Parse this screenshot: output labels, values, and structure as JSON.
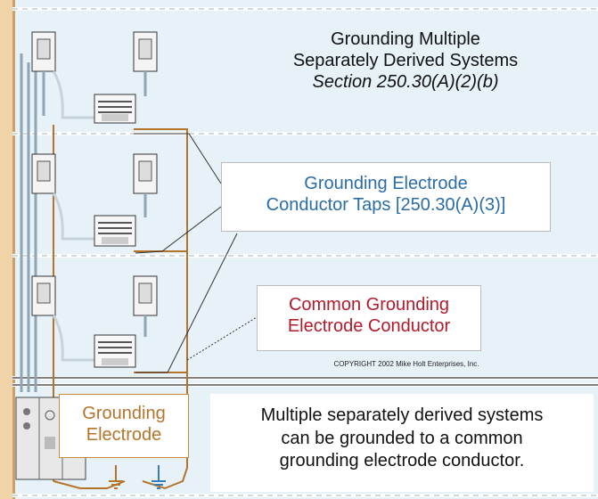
{
  "title": {
    "line1": "Grounding Multiple",
    "line2": "Separately Derived Systems",
    "line3": "Section 250.30(A)(2)(b)"
  },
  "callouts": {
    "taps": {
      "line1": "Grounding Electrode",
      "line2": "Conductor Taps [250.30(A)(3)]"
    },
    "common": {
      "line1": "Common Grounding",
      "line2": "Electrode Conductor"
    },
    "electrode": {
      "line1": "Grounding",
      "line2": "Electrode"
    }
  },
  "note": {
    "line1": "Multiple separately derived systems",
    "line2": "can be grounded to a common",
    "line3": "grounding electrode conductor."
  },
  "copyright": "COPYRIGHT 2002 Mike Holt Enterprises, Inc.",
  "colors": {
    "background": "#e6f1f8",
    "conductor": "#b4742a",
    "taps_text": "#2a6ca6",
    "common_text": "#b01a2a",
    "wall": "#f0d4a8"
  },
  "icons": [
    "electrical-panel-icon",
    "transformer-icon",
    "ground-symbol-icon",
    "switchgear-icon"
  ]
}
